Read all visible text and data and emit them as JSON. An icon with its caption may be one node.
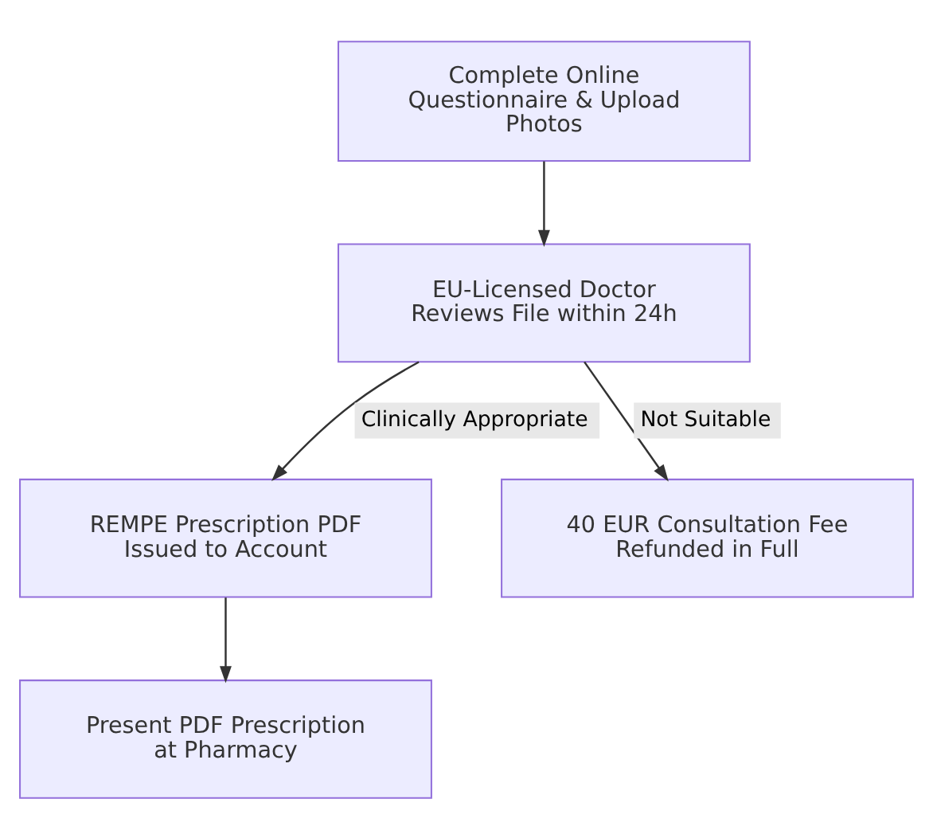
{
  "diagram": {
    "nodes": [
      {
        "text": [
          "Complete Online Questionnaire & Upload Photos"
        ]
      },
      {
        "text": [
          "EU-Licensed Doctor Reviews File within 24h"
        ]
      },
      {
        "text": [
          "REMPE Prescription PDF Issued to Account"
        ]
      },
      {
        "text": [
          "40 EUR Consultation Fee Refunded in Full"
        ]
      },
      {
        "text": [
          "Present PDF Prescription at Pharmacy"
        ]
      }
    ],
    "edges": [
      {
        "from": 0,
        "to": 1,
        "arrow": "to"
      },
      {
        "from": 1,
        "to": 2,
        "arrow": "to",
        "label": "Clinically Appropriate"
      },
      {
        "from": 1,
        "to": 3,
        "arrow": "to",
        "label": "Not Suitable"
      },
      {
        "from": 2,
        "to": 4,
        "arrow": "to"
      }
    ]
  }
}
